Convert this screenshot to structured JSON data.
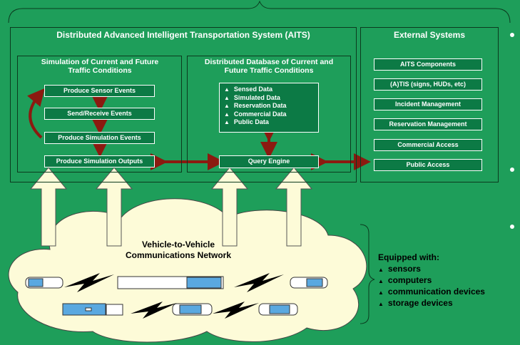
{
  "aits": {
    "title": "Distributed Advanced Intelligent Transportation System (AITS)",
    "simulation": {
      "title": "Simulation of Current and Future Traffic Conditions",
      "steps": [
        "Produce Sensor Events",
        "Send/Receive Events",
        "Produce Simulation Events",
        "Produce Simulation Outputs"
      ]
    },
    "database": {
      "title": "Distributed Database of Current and Future Traffic Conditions",
      "items": [
        "Sensed Data",
        "Simulated Data",
        "Reservation Data",
        "Commercial Data",
        "Public Data"
      ],
      "engine": "Query Engine"
    }
  },
  "external": {
    "title": "External Systems",
    "items": [
      "AITS Components",
      "(A)TIS (signs, HUDs, etc)",
      "Incident Management",
      "Reservation Management",
      "Commercial Access",
      "Public Access"
    ]
  },
  "network": {
    "title_line1": "Vehicle-to-Vehicle",
    "title_line2": "Communications Network"
  },
  "equipped": {
    "title": "Equipped with:",
    "items": [
      "sensors",
      "computers",
      "communication devices",
      "storage devices"
    ]
  },
  "colors": {
    "background": "#1e9e5a",
    "inner_box": "#0c7a45",
    "arrow_red": "#8b1a10",
    "up_arrow": "#fdfbd8",
    "cloud": "#fdfbd8"
  }
}
